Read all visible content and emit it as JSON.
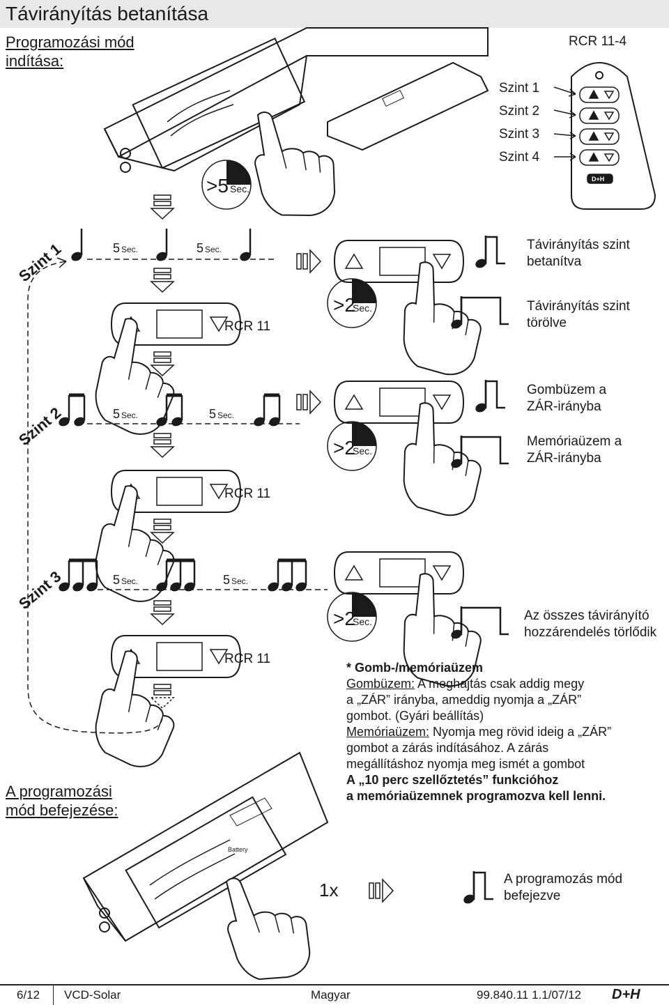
{
  "title": "Távirányítás betanítása",
  "start_heading": [
    "Programozási mód",
    "indítása:"
  ],
  "remote_model": "RCR 11-4",
  "levels": [
    "Szint 1",
    "Szint 2",
    "Szint 3",
    "Szint 4"
  ],
  "remote_logo": "D+H",
  "timer_long": ">5",
  "timer_unit": "Sec.",
  "timer_short": ">2",
  "pause_value": "5",
  "rcr11": "RCR 11",
  "battery_label": "Battery",
  "level_labels": [
    "Szint 1",
    "Szint 2",
    "Szint 3"
  ],
  "results": {
    "s1_learned": [
      "Távirányítás szint",
      "betanítva"
    ],
    "s1_deleted": [
      "Távirányítás szint",
      "törölve"
    ],
    "s2_button": [
      "Gombüzem a",
      "ZÁR-irányba"
    ],
    "s2_memory": [
      "Memóriaüzem a",
      "ZÁR-irányba"
    ],
    "s3_all_deleted": [
      "Az összes távirányító",
      "hozzárendelés törlődik"
    ]
  },
  "end_heading": [
    "A programozási",
    "mód befejezése:"
  ],
  "note": {
    "title": "* Gomb-/memóriaüzem",
    "button_mode_label": "Gombüzem:",
    "button_mode_text_1": " A meghajtás csak addig megy",
    "button_mode_text_2": "a „ZÁR” irányba, ameddig nyomja a „ZÁR”",
    "button_mode_text_3": "gombot. (Gyári beállítás)",
    "memory_mode_label": "Memóriaüzem:",
    "memory_mode_text_1": " Nyomja meg rövid ideig a „ZÁR”",
    "memory_mode_text_2": "gombot a zárás indításához. A zárás",
    "memory_mode_text_3": "megállításhoz nyomja meg ismét a gombot",
    "bold_1": "A „10 perc szellőztetés” funkcióhoz",
    "bold_2": "a memóriaüzemnek programozva kell lenni."
  },
  "end_count": "1x",
  "end_result": [
    "A programozás mód",
    "befejezve"
  ],
  "footer": {
    "page": "6/12",
    "product": "VCD-Solar",
    "language": "Magyar",
    "doc_number": "99.840.11 1.1/07/12",
    "logo": "D+H"
  }
}
